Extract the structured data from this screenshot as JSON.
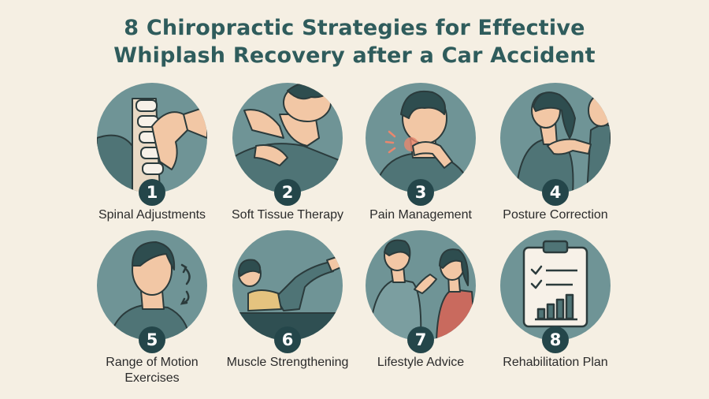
{
  "title_line1": "8 Chiropractic Strategies for Effective",
  "title_line2": "Whiplash Recovery after a Car Accident",
  "strategies": [
    {
      "number": "1",
      "label": "Spinal Adjustments",
      "icon": "spine-adjustment-icon"
    },
    {
      "number": "2",
      "label": "Soft Tissue Therapy",
      "icon": "massage-icon"
    },
    {
      "number": "3",
      "label": "Pain Management",
      "icon": "neck-pain-icon"
    },
    {
      "number": "4",
      "label": "Posture Correction",
      "icon": "posture-icon"
    },
    {
      "number": "5",
      "label_line1": "Range of Motion",
      "label_line2": "Exercises",
      "icon": "neck-rotation-icon"
    },
    {
      "number": "6",
      "label": "Muscle Strengthening",
      "icon": "exercise-icon"
    },
    {
      "number": "7",
      "label": "Lifestyle Advice",
      "icon": "consultation-icon"
    },
    {
      "number": "8",
      "label": "Rehabilitation Plan",
      "icon": "clipboard-chart-icon"
    }
  ],
  "colors": {
    "background": "#f5efe3",
    "title": "#2f5c5c",
    "circle": "#6f9496",
    "badge": "#24464a",
    "skin": "#f2c7a5",
    "hair": "#2e4d4f"
  }
}
